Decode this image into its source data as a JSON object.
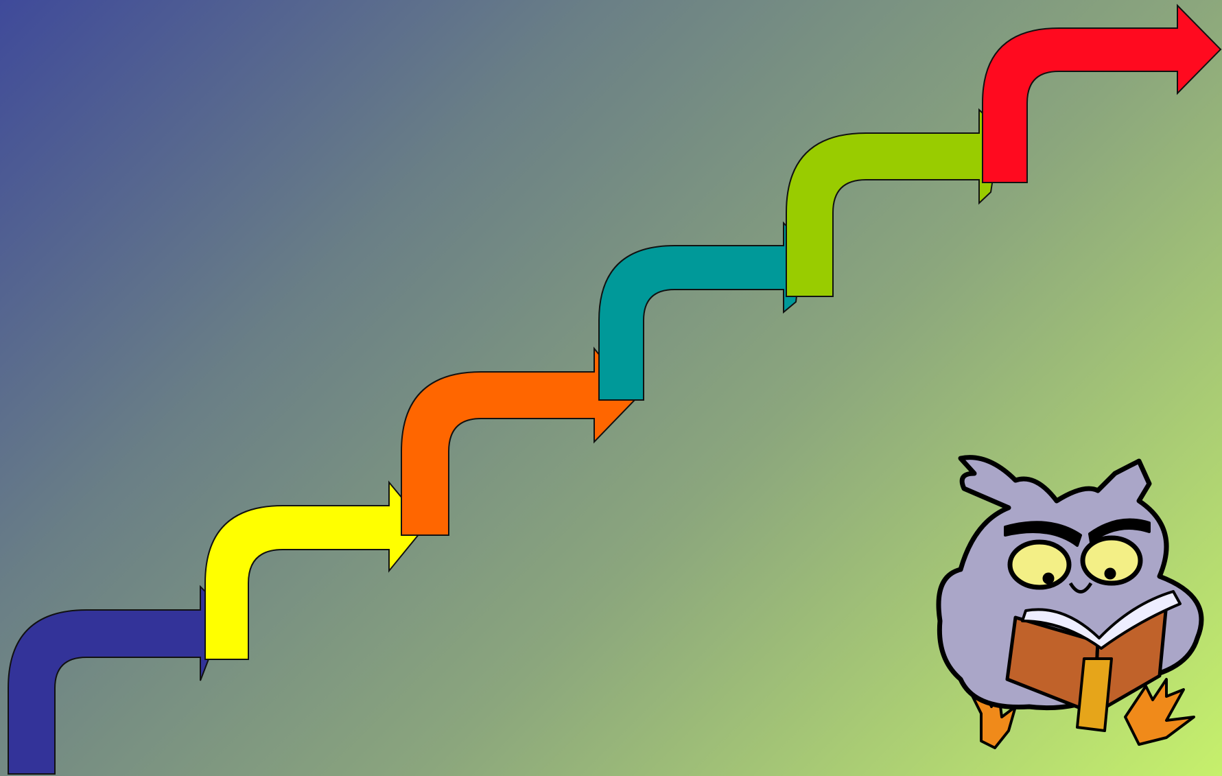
{
  "slide": {
    "title": "",
    "background": {
      "from": "#3f4a9a",
      "to": "#c6f06c"
    }
  },
  "staircase": {
    "steps": [
      {
        "name": "step-1",
        "color": "#333399"
      },
      {
        "name": "step-2",
        "color": "#ffff00"
      },
      {
        "name": "step-3",
        "color": "#ff6600"
      },
      {
        "name": "step-4",
        "color": "#009999"
      },
      {
        "name": "step-5",
        "color": "#99cc00"
      },
      {
        "name": "step-6",
        "color": "#ff0a1f"
      }
    ]
  },
  "illustration": {
    "icon": "reading-owl-icon"
  }
}
